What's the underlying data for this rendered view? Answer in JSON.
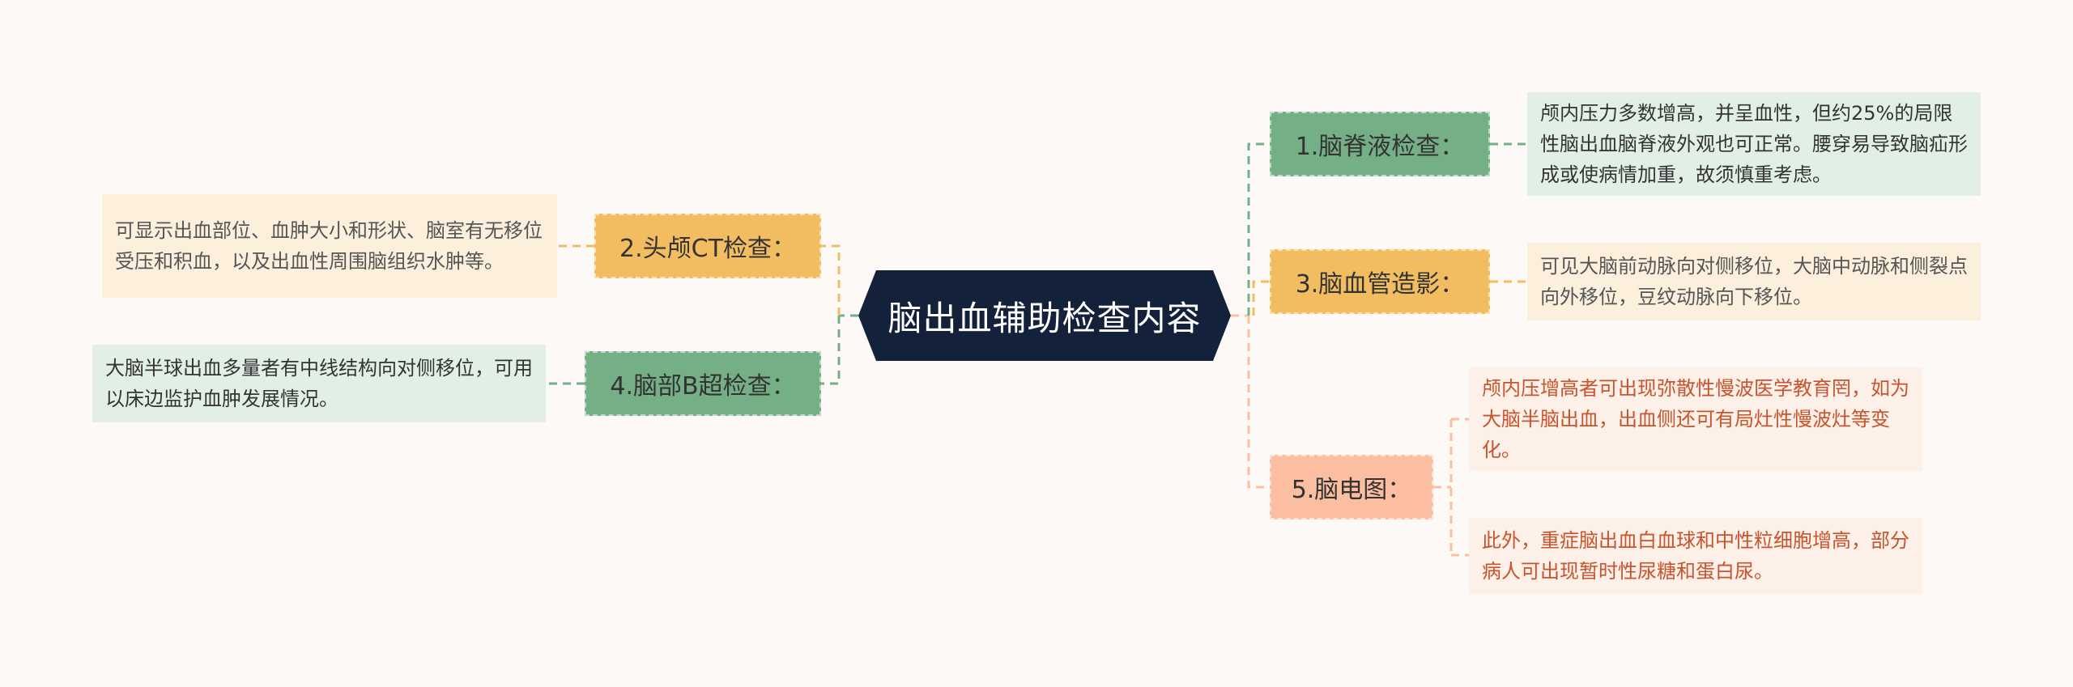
{
  "center": {
    "label": "脑出血辅助检查内容"
  },
  "topics": {
    "csf": {
      "label": "1.脑脊液检查："
    },
    "ct": {
      "label": "2.头颅CT检查："
    },
    "angio": {
      "label": "3.脑血管造影："
    },
    "bus": {
      "label": "4.脑部B超检查："
    },
    "eeg": {
      "label": "5.脑电图："
    }
  },
  "leaves": {
    "csf": "颅内压力多数增高，并呈血性，但约25%的局限性脑出血脑脊液外观也可正常。腰穿易导致脑疝形成或使病情加重，故须慎重考虑。",
    "ct": "可显示出血部位、血肿大小和形状、脑室有无移位受压和积血，以及出血性周围脑组织水肿等。",
    "angio": "可见大脑前动脉向对侧移位，大脑中动脉和侧裂点向外移位，豆纹动脉向下移位。",
    "bus": "大脑半球出血多量者有中线结构向对侧移位，可用以床边监护血肿发展情况。",
    "eeg1": "颅内压增高者可出现弥散性慢波医学教育罔，如为大脑半脑出血，出血侧还可有局灶性慢波灶等变化。",
    "eeg2": "此外，重症脑出血白血球和中性粒细胞增高，部分病人可出现暂时性尿糖和蛋白尿。"
  },
  "colors": {
    "background": "#fcf9f7",
    "center": "#13213a",
    "green": "#74af85",
    "yellow": "#f2bd61",
    "peach": "#fbbea0",
    "peach_text": "#c7542c"
  }
}
